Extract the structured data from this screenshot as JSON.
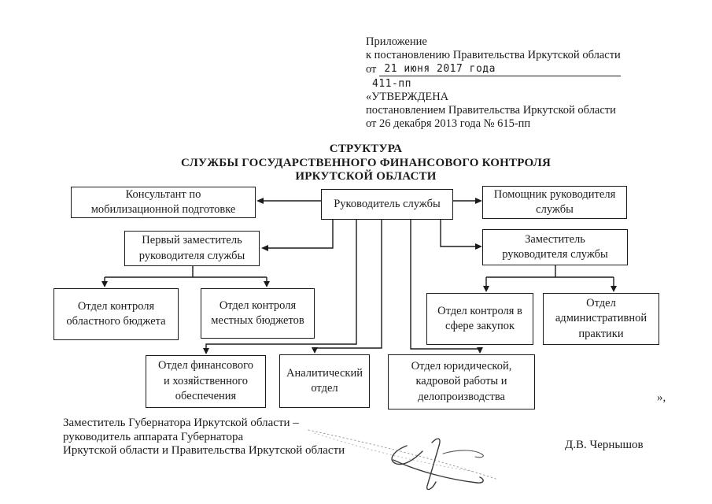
{
  "header": {
    "line1": "Приложение",
    "line2": "к постановлению Правительства Иркутской области",
    "from_label": "от",
    "date_value": "21 июня 2017 года",
    "number_value": "411-пп",
    "line5": "«УТВЕРЖДЕНА",
    "line6": "постановлением Правительства Иркутской области",
    "line7": "от 26 декабря 2013 года № 615-пп"
  },
  "title": {
    "line1": "СТРУКТУРА",
    "line2": "СЛУЖБЫ ГОСУДАРСТВЕННОГО ФИНАНСОВОГО КОНТРОЛЯ",
    "line3": "ИРКУТСКОЙ ОБЛАСТИ"
  },
  "org": {
    "boxes": [
      {
        "id": "consultant",
        "label": [
          "Консультант по",
          "мобилизационной подготовке"
        ]
      },
      {
        "id": "head",
        "label": [
          "Руководитель службы"
        ]
      },
      {
        "id": "assistant",
        "label": [
          "Помощник руководителя",
          "службы"
        ]
      },
      {
        "id": "first-deputy",
        "label": [
          "Первый заместитель",
          "руководителя службы"
        ]
      },
      {
        "id": "deputy",
        "label": [
          "Заместитель",
          "руководителя службы"
        ]
      },
      {
        "id": "oblast-budget",
        "label": [
          "Отдел контроля",
          "областного бюджета"
        ]
      },
      {
        "id": "local-budgets",
        "label": [
          "Отдел контроля",
          "местных бюджетов"
        ]
      },
      {
        "id": "procurement-control",
        "label": [
          "Отдел контроля в",
          "сфере закупок"
        ]
      },
      {
        "id": "admin-practice",
        "label": [
          "Отдел",
          "административной",
          "практики"
        ]
      },
      {
        "id": "finance-support",
        "label": [
          "Отдел финансового",
          "и хозяйственного",
          "обеспечения"
        ]
      },
      {
        "id": "analytical",
        "label": [
          "Аналитический",
          "отдел"
        ]
      },
      {
        "id": "legal-hr",
        "label": [
          "Отдел юридической,",
          "кадровой работы и",
          "делопроизводства"
        ]
      }
    ]
  },
  "closing_quote": "»,",
  "footer": {
    "left_lines": [
      "Заместитель Губернатора Иркутской области –",
      "руководитель аппарата Губернатора",
      "Иркутской области и Правительства Иркутской области"
    ],
    "signatory": "Д.В. Чернышов"
  },
  "colors": {
    "ink": "#1b1b1b",
    "paper": "#ffffff"
  }
}
